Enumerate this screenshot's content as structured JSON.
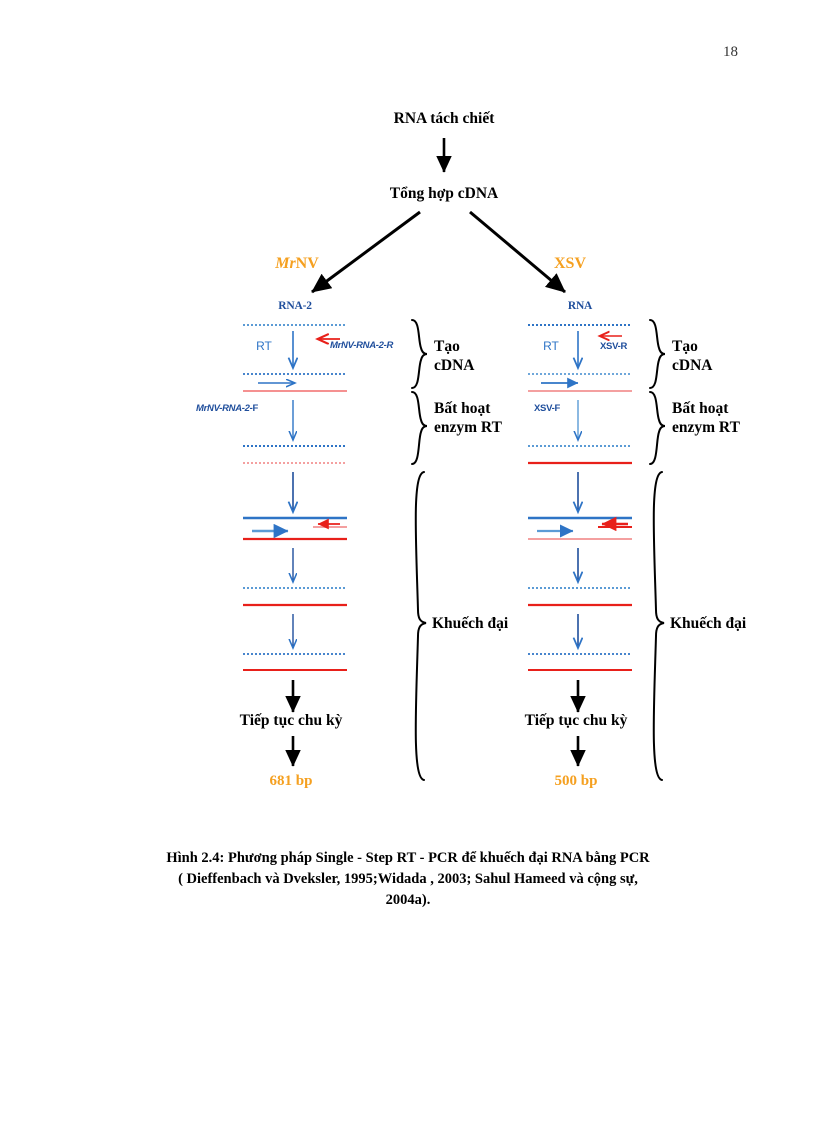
{
  "page": {
    "number": "18"
  },
  "diagram": {
    "top_nodes": [
      {
        "id": "rna-extract",
        "label": "RNA tách chiết"
      },
      {
        "id": "cdna-synthesis",
        "label": "Tổng hợp cDNA"
      }
    ],
    "branches": [
      {
        "id": "mrnv",
        "name_italic": "Mr",
        "name_rest": "NV",
        "strand_title": "RNA-2",
        "rt_label": "RT",
        "primer_reverse": "MrNV-RNA-2-R",
        "primer_forward_italic": "MrNV-RNA-2-",
        "primer_forward_upright": "F",
        "continue_label": "Tiếp tục chu kỳ",
        "product": "681 bp",
        "brackets": [
          {
            "id": "tao-cdna",
            "line1": "Tạo",
            "line2": "cDNA"
          },
          {
            "id": "bat-hoat",
            "line1": "Bất hoạt",
            "line2": "enzym RT"
          },
          {
            "id": "khuech-dai",
            "line1": "Khuếch đại",
            "line2": ""
          }
        ]
      },
      {
        "id": "xsv",
        "name_italic": "",
        "name_rest": "XSV",
        "strand_title": "RNA",
        "rt_label": "RT",
        "primer_reverse": "XSV-R",
        "primer_forward_italic": "XSV-",
        "primer_forward_upright": "F",
        "continue_label": "Tiếp tục chu kỳ",
        "product": "500 bp",
        "brackets": [
          {
            "id": "tao-cdna",
            "line1": "Tạo",
            "line2": "cDNA"
          },
          {
            "id": "bat-hoat",
            "line1": "Bất hoạt",
            "line2": "enzym RT"
          },
          {
            "id": "khuech-dai",
            "line1": "Khuếch đại",
            "line2": ""
          }
        ]
      }
    ],
    "colors": {
      "orange": "#F5A020",
      "blue_dark": "#1F4E9C",
      "blue": "#2E74C6",
      "blue_light": "#5B9BD5",
      "red": "#E8201A",
      "pink": "#F4A0A0",
      "black": "#000000"
    }
  },
  "caption": {
    "line1": "Hình 2.4:  Phương pháp Single - Step RT - PCR để khuếch đại RNA bằng PCR",
    "line2": "( Dieffenbach và Dveksler, 1995;Widada , 2003; Sahul Hameed và cộng sự,",
    "line3": "2004a)."
  }
}
